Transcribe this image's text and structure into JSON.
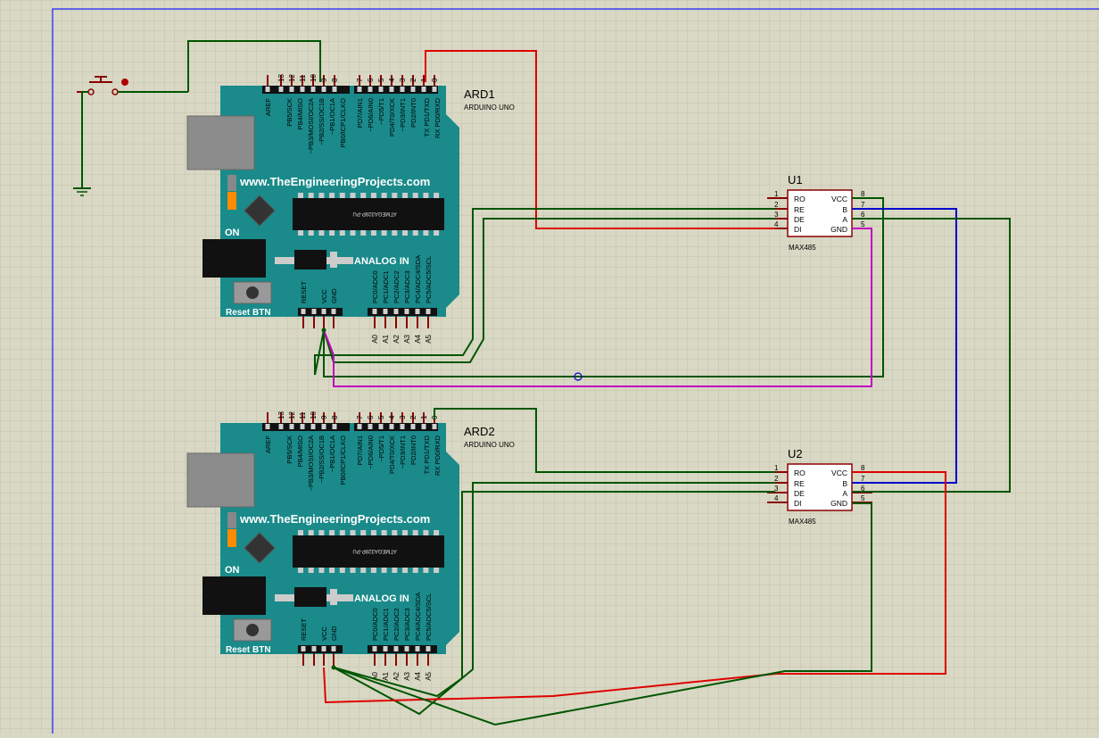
{
  "boards": [
    {
      "ref": "ARD1",
      "type": "ARDUINO UNO",
      "website": "www.TheEngineeringProjects.com",
      "chip": "ATMEGA328P-PU",
      "power_label": "ON",
      "analog_label": "ANALOG IN",
      "reset_label": "Reset BTN",
      "top_pin_numbers": [
        "AREF",
        "13",
        "12",
        "11",
        "10",
        "9",
        "8",
        "7",
        "6",
        "5",
        "4",
        "3",
        "2",
        "1",
        "0"
      ],
      "top_pin_labels_left": [
        "AREF",
        "PB5/SCK",
        "PB4/MISO",
        "~PB3/MOSI/OC2A",
        "~PB2/SS/OC1B",
        "~PB1/OC1A",
        "PB0/ICP1/CLKO"
      ],
      "top_pin_labels_right": [
        "PD7/AIN1",
        "~PD6/AIN0",
        "~PD5/T1",
        "PD4/T0/XCK",
        "~PD3/INT1",
        "PD2/INT0",
        "TX PD1/TXD",
        "RX PD0/RXD"
      ],
      "power_pin_labels": [
        "RESET",
        "VCC",
        "GND"
      ],
      "analog_pin_labels": [
        "PC0/ADC0",
        "PC1/ADC1",
        "PC2/ADC2",
        "PC3/ADC3",
        "PC4/ADC4/SDA",
        "PC5/ADC5/SCL"
      ],
      "analog_pin_numbers": [
        "A0",
        "A1",
        "A2",
        "A3",
        "A4",
        "A5"
      ]
    },
    {
      "ref": "ARD2",
      "type": "ARDUINO UNO",
      "website": "www.TheEngineeringProjects.com",
      "chip": "ATMEGA328P-PU",
      "power_label": "ON",
      "analog_label": "ANALOG IN",
      "reset_label": "Reset BTN",
      "top_pin_numbers": [
        "AREF",
        "13",
        "12",
        "11",
        "10",
        "9",
        "8",
        "7",
        "6",
        "5",
        "4",
        "3",
        "2",
        "1",
        "0"
      ],
      "top_pin_labels_left": [
        "AREF",
        "PB5/SCK",
        "PB4/MISO",
        "~PB3/MOSI/OC2A",
        "~PB2/SS/OC1B",
        "~PB1/OC1A",
        "PB0/ICP1/CLKO"
      ],
      "top_pin_labels_right": [
        "PD7/AIN1",
        "~PD6/AIN0",
        "~PD5/T1",
        "PD4/T0/XCK",
        "~PD3/INT1",
        "PD2/INT0",
        "TX PD1/TXD",
        "RX PD0/RXD"
      ],
      "power_pin_labels": [
        "RESET",
        "VCC",
        "GND"
      ],
      "analog_pin_labels": [
        "PC0/ADC0",
        "PC1/ADC1",
        "PC2/ADC2",
        "PC3/ADC3",
        "PC4/ADC4/SDA",
        "PC5/ADC5/SCL"
      ],
      "analog_pin_numbers": [
        "A0",
        "A1",
        "A2",
        "A3",
        "A4",
        "A5"
      ]
    }
  ],
  "transceivers": [
    {
      "ref": "U1",
      "part": "MAX485",
      "left_pins": [
        {
          "num": "1",
          "name": "RO"
        },
        {
          "num": "2",
          "name": "RE"
        },
        {
          "num": "3",
          "name": "DE"
        },
        {
          "num": "4",
          "name": "DI"
        }
      ],
      "right_pins": [
        {
          "num": "8",
          "name": "VCC"
        },
        {
          "num": "7",
          "name": "B"
        },
        {
          "num": "6",
          "name": "A"
        },
        {
          "num": "5",
          "name": "GND"
        }
      ]
    },
    {
      "ref": "U2",
      "part": "MAX485",
      "left_pins": [
        {
          "num": "1",
          "name": "RO"
        },
        {
          "num": "2",
          "name": "RE"
        },
        {
          "num": "3",
          "name": "DE"
        },
        {
          "num": "4",
          "name": "DI"
        }
      ],
      "right_pins": [
        {
          "num": "8",
          "name": "VCC"
        },
        {
          "num": "7",
          "name": "B"
        },
        {
          "num": "6",
          "name": "A"
        },
        {
          "num": "5",
          "name": "GND"
        }
      ]
    }
  ],
  "colors": {
    "grid_bg": "#d8d8c4",
    "grid_line": "#c2c2ac",
    "board": "#1a8a8a",
    "chip_outline": "#8b0000",
    "wire_green": "#005500",
    "wire_red": "#e00000",
    "wire_blue": "#0000cc",
    "wire_magenta": "#c000c0",
    "border_blue": "#2020ff"
  }
}
